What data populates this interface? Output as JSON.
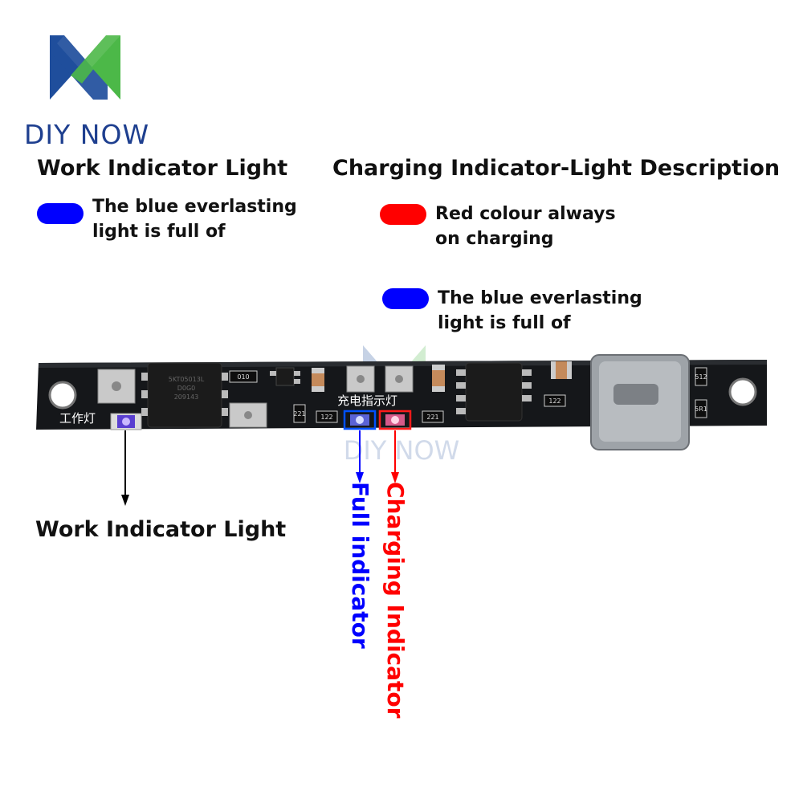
{
  "brand": {
    "text": "DIY NOW",
    "colors": {
      "blue": "#1f4e9c",
      "green": "#4cb848"
    }
  },
  "left_legend": {
    "heading": "Work Indicator Light",
    "items": [
      {
        "color": "#0000ff",
        "line1": "The blue everlasting",
        "line2": "light is full of"
      }
    ]
  },
  "right_legend": {
    "heading": "Charging Indicator-Light Description",
    "items": [
      {
        "color": "#ff0000",
        "line1": "Red colour always",
        "line2": "on charging"
      },
      {
        "color": "#0000ff",
        "line1": "The blue everlasting",
        "line2": "light is full of"
      }
    ]
  },
  "board": {
    "silkscreen_work": "工作灯",
    "silkscreen_charge": "充电指示灯",
    "chip_marking": [
      "5KT05013L",
      "D0G0",
      "209143"
    ],
    "resistor_labels": [
      "010",
      "221",
      "122",
      "221",
      "122",
      "512",
      "5R1"
    ],
    "watermark": "DIY NOW"
  },
  "callouts": {
    "work": "Work Indicator Light",
    "full": "Full indicator",
    "charging": "Charging Indicator",
    "colors": {
      "full": "#0000ff",
      "charging": "#ff0000",
      "work": "#000000"
    }
  }
}
